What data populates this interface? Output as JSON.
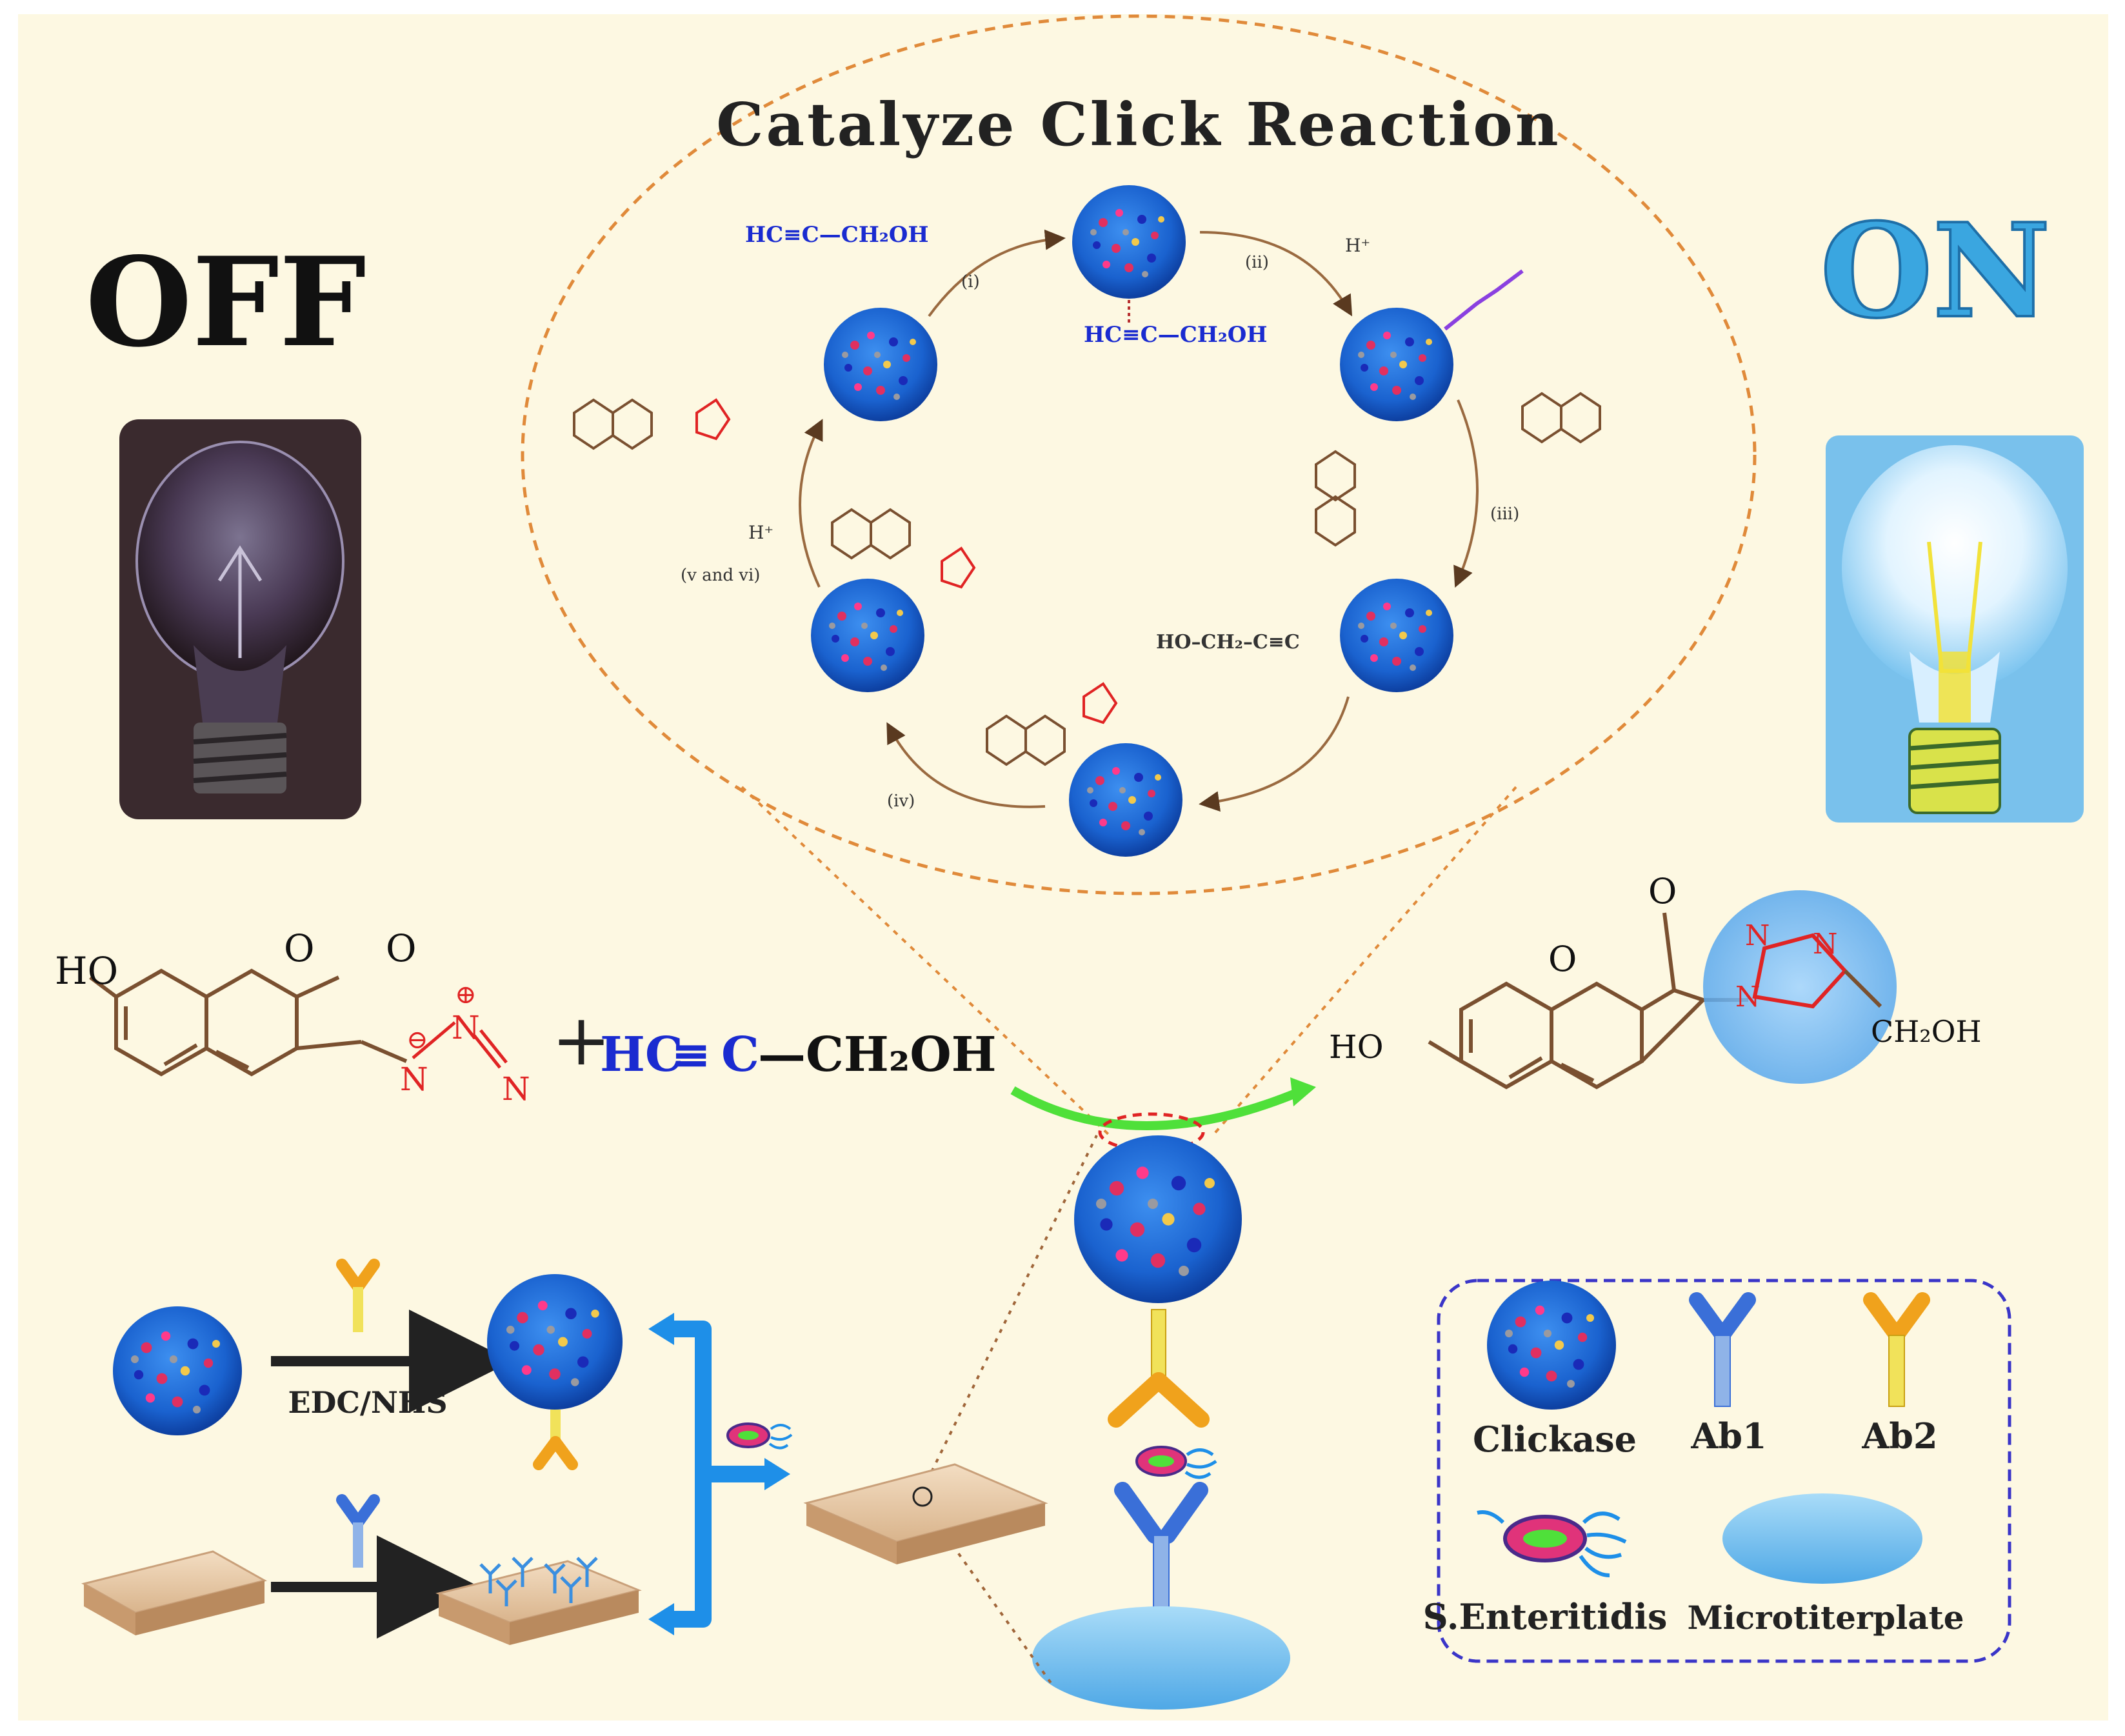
{
  "title": "Catalyze Click Reaction",
  "off_label": "OFF",
  "on_label": "ON",
  "cycle": {
    "alkyne_text": "HC≡C—CH₂OH",
    "alkyne_bound_text": "HC≡C—CH₂OH",
    "alkyne_side": "HO–CH₂–C≡C",
    "step_i": "(i)",
    "step_ii": "(ii)",
    "step_iii": "(iii)",
    "step_iv": "(iv)",
    "step_v_vi": "(v and vi)",
    "h_plus_1": "H⁺",
    "h_plus_2": "H⁺"
  },
  "reaction": {
    "azide_ho": "HO",
    "azide_ring_o": "O",
    "azide_co": "O",
    "azide_n1": "N",
    "azide_n2": "N",
    "azide_n3": "N",
    "azide_minus": "⊖",
    "azide_plus": "⊕",
    "plus_sign": "+",
    "alkyne_hc": "HC",
    "alkyne_bond": "≡",
    "alkyne_c": "C",
    "alkyne_tail": "—CH₂OH",
    "product_ho": "HO",
    "product_ring_o": "O",
    "product_co": "O",
    "product_triazole_n1": "N",
    "product_triazole_n2": "N",
    "product_triazole_n3": "N",
    "product_ch2oh": "CH₂OH"
  },
  "assay": {
    "edc_label": "EDC/NHS"
  },
  "legend": {
    "items": [
      {
        "label": "Clickase"
      },
      {
        "label": "Ab1"
      },
      {
        "label": "Ab2"
      },
      {
        "label": "S.Enteritidis",
        "italic_prefix": "S."
      },
      {
        "label": "Microtiterplate"
      }
    ]
  },
  "colors": {
    "background": "#fdf8e2",
    "nanozyme_blue": "#1f6fd6",
    "ab1_blue": "#6f9ce0",
    "ab2_orange": "#f0a21c",
    "ab2_yellow": "#f1e25a",
    "arrow_blue": "#1e8fe8",
    "alkyne_blue": "#1a2bd0",
    "azide_red": "#e02424",
    "dash_orange": "#e08a3a",
    "legend_border": "#3a35c8",
    "bond_brown": "#7a5030"
  }
}
